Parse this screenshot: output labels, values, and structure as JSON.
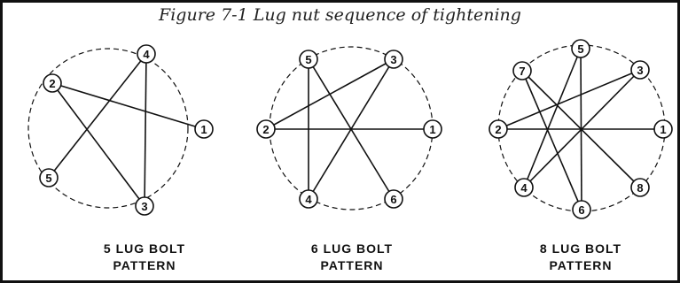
{
  "figure": {
    "title": "Figure 7-1 Lug nut sequence of tightening"
  },
  "patterns": [
    {
      "caption_line1": "5 LUG BOLT",
      "caption_line2": "PATTERN",
      "lug_count": 5,
      "sequence": [
        "1",
        "2",
        "3",
        "4",
        "5"
      ]
    },
    {
      "caption_line1": "6 LUG BOLT",
      "caption_line2": "PATTERN",
      "lug_count": 6,
      "sequence": [
        "1",
        "2",
        "3",
        "4",
        "5",
        "6"
      ]
    },
    {
      "caption_line1": "8 LUG BOLT",
      "caption_line2": "PATTERN",
      "lug_count": 8,
      "sequence": [
        "1",
        "2",
        "3",
        "4",
        "5",
        "6",
        "7",
        "8"
      ]
    }
  ],
  "colors": {
    "stroke": "#111111",
    "background": "#ffffff"
  }
}
